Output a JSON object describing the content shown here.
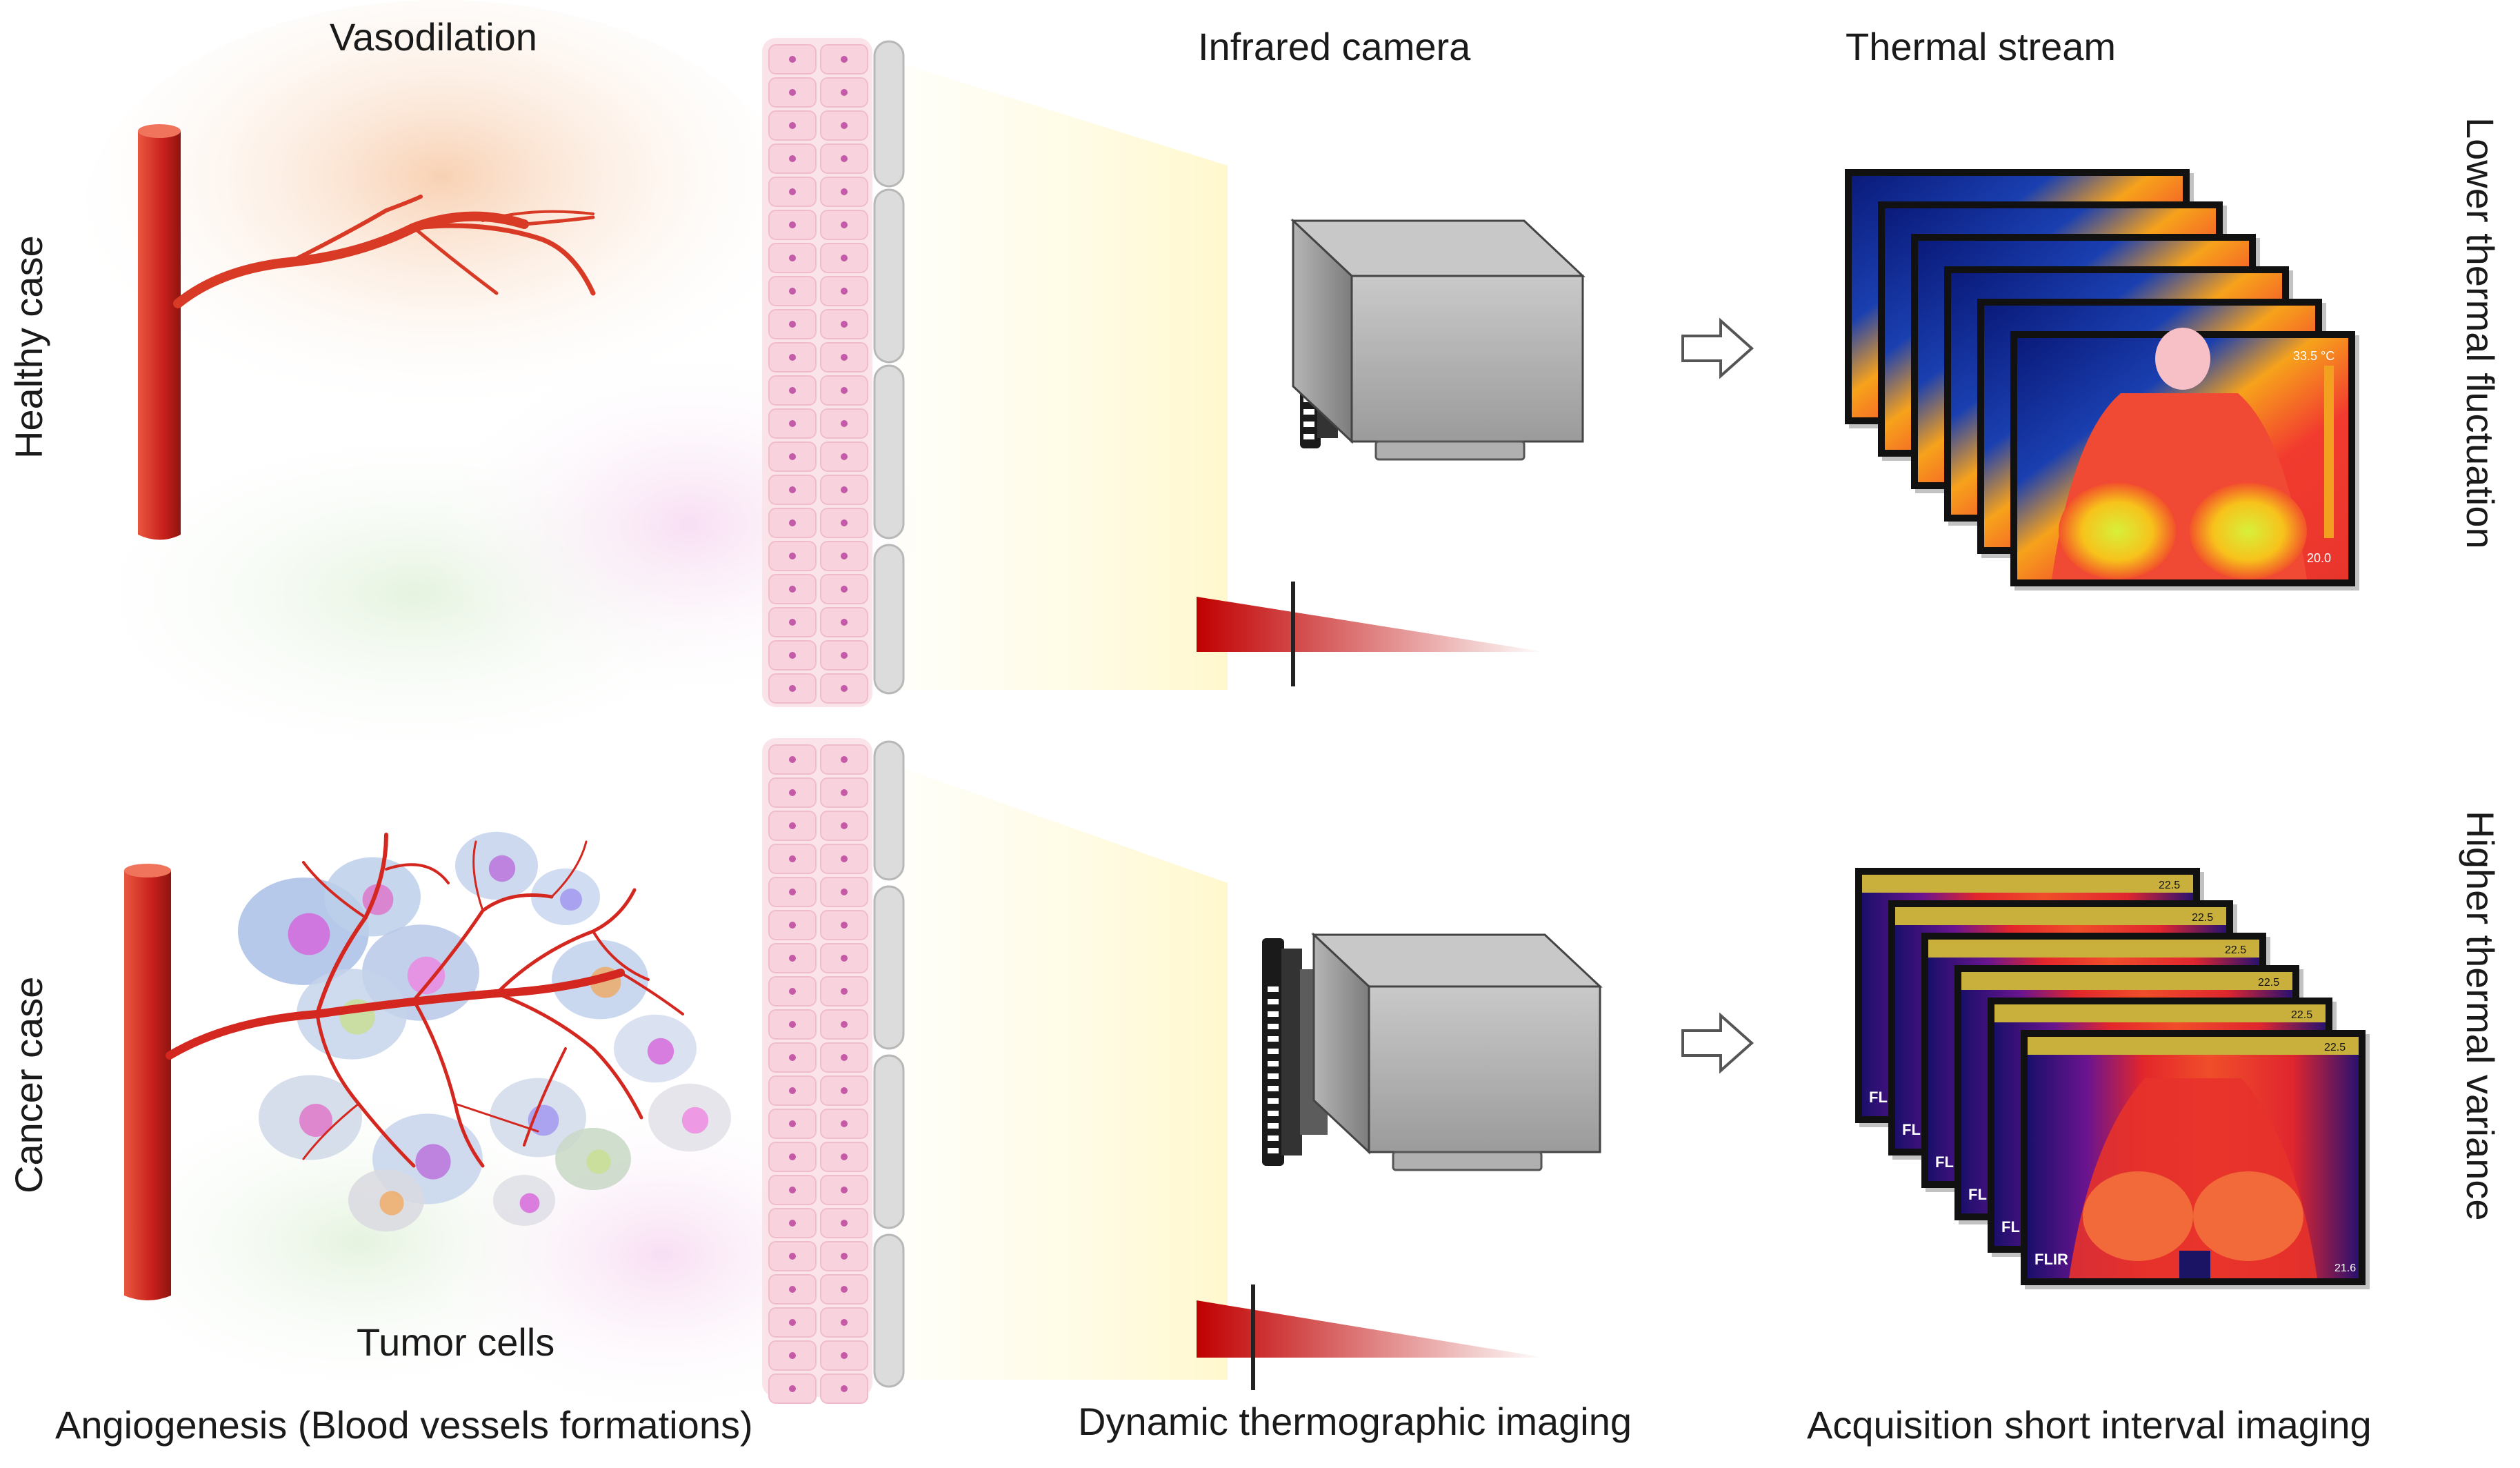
{
  "labels": {
    "vasodilation": "Vasodilation",
    "infrared_camera": "Infrared camera",
    "thermal_stream": "Thermal stream",
    "healthy_case": "Healthy case",
    "cancer_case": "Cancer case",
    "lower_fluctuation": "Lower thermal fluctuation",
    "higher_variance": "Higher thermal variance",
    "tumor_cells": "Tumor cells",
    "angiogenesis": "Angiogenesis (Blood vessels formations)",
    "dynamic_imaging": "Dynamic thermographic imaging",
    "acquisition": "Acquisition short interval imaging"
  },
  "thermal_frames": {
    "healthy": {
      "max_readout": "33.5 °C",
      "min_readout": "20.0",
      "frame_count": 6
    },
    "cancer": {
      "brand": "FLIR",
      "readout": "22.5",
      "min_readout": "21.6",
      "frame_count": 6
    }
  },
  "colors": {
    "vessel": "#c8201c",
    "gradient_red": "#c00000",
    "camera_body": "#a9a9a9",
    "frame_border": "#111111"
  },
  "icons": [
    "blood-vessel-icon",
    "tissue-column-icon",
    "infrared-camera-icon",
    "arrow-right-icon",
    "temperature-gradient-icon",
    "thermal-image-icon",
    "tumor-cell-icon"
  ]
}
